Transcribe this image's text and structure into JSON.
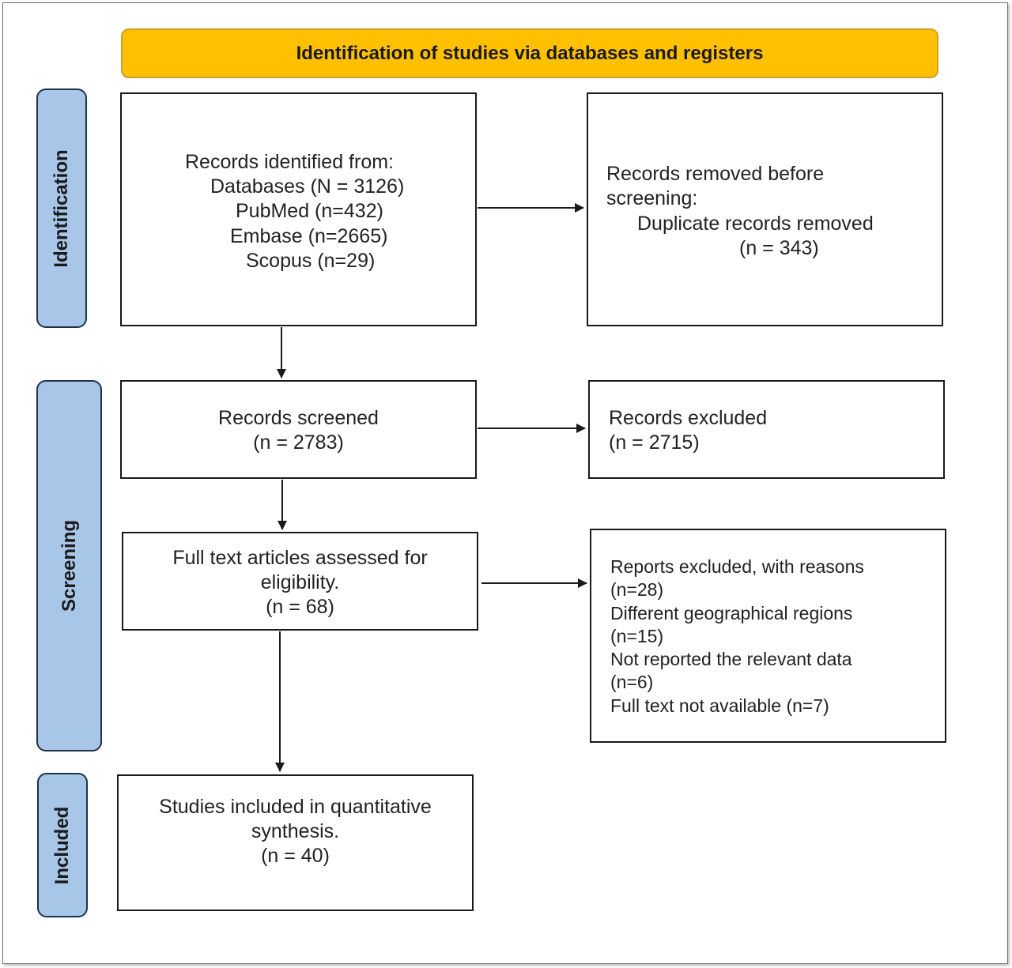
{
  "title": "Identification of studies via databases and registers",
  "phases": {
    "identification": "Identification",
    "screening": "Screening",
    "included": "Included"
  },
  "boxes": {
    "records_identified": {
      "lines": [
        "Records identified from:",
        "Databases (N = 3126)",
        "PubMed (n=432)",
        "Embase (n=2665)",
        "Scopus (n=29)"
      ]
    },
    "records_removed": {
      "lines": [
        "Records removed before",
        "screening:",
        "Duplicate records removed",
        "(n = 343)"
      ]
    },
    "records_screened": {
      "lines": [
        "Records screened",
        "(n = 2783)"
      ]
    },
    "records_excluded": {
      "lines": [
        "Records excluded",
        "(n = 2715)"
      ]
    },
    "full_text_assessed": {
      "lines": [
        "Full text articles assessed for",
        "eligibility.",
        "(n = 68)"
      ]
    },
    "reports_excluded": {
      "lines": [
        "Reports excluded, with reasons",
        "(n=28)",
        "Different geographical regions",
        "(n=15)",
        "Not reported the relevant data",
        "(n=6)",
        "Full text not available (n=7)"
      ]
    },
    "studies_included": {
      "lines": [
        "Studies included in quantitative",
        "synthesis.",
        "(n = 40)"
      ]
    }
  }
}
